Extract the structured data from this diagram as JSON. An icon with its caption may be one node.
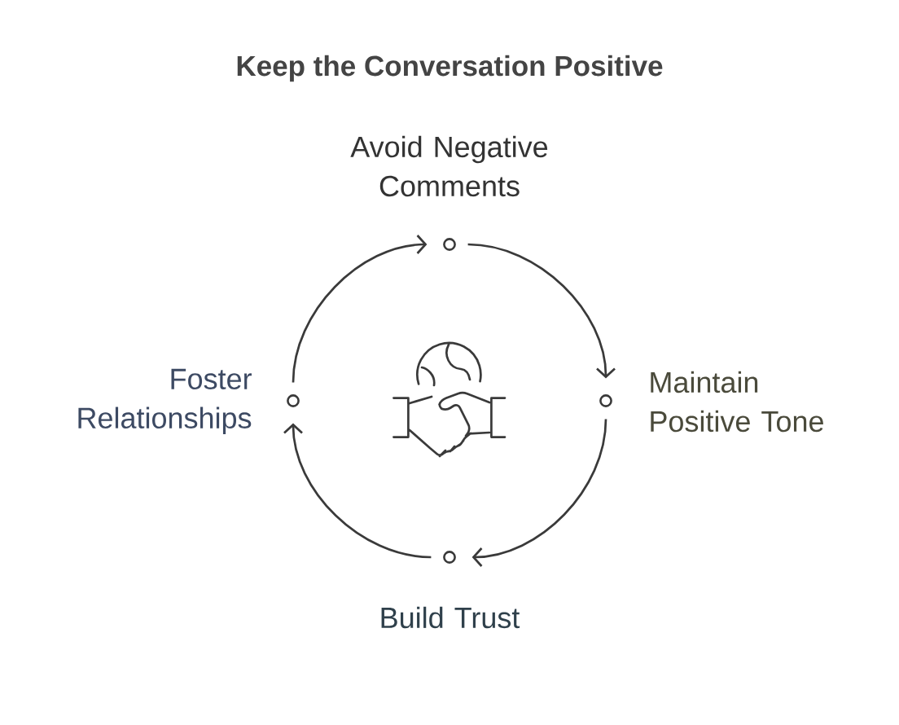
{
  "diagram": {
    "title": "Keep the Conversation Positive",
    "nodes": [
      {
        "text": [],
        "shape": "circle",
        "beside": [
          "Avoid Negative Comments"
        ]
      },
      {
        "text": [],
        "shape": "circle",
        "beside": [
          "Maintain Positive Tone"
        ]
      },
      {
        "text": [],
        "shape": "circle",
        "beside": [
          "Build Trust"
        ]
      },
      {
        "text": [],
        "shape": "circle",
        "beside": [
          "Foster Relationships"
        ]
      }
    ],
    "edges": [
      {
        "from": 0,
        "to": 1,
        "arrow": "to"
      },
      {
        "from": 1,
        "to": 2,
        "arrow": "to"
      },
      {
        "from": 2,
        "to": 3,
        "arrow": "to"
      },
      {
        "from": 3,
        "to": 0,
        "arrow": "to"
      }
    ]
  }
}
